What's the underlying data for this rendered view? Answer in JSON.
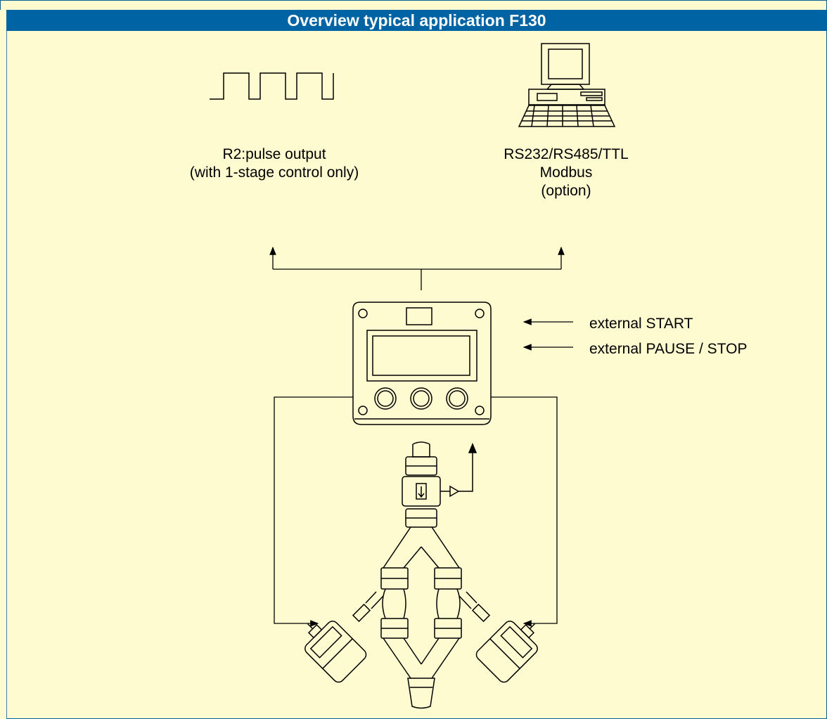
{
  "title": "Overview typical application F130",
  "outputs": {
    "pulse": {
      "line1": "R2:pulse output",
      "line2": "(with 1-stage control only)"
    },
    "communication": {
      "line1": "RS232/RS485/TTL",
      "line2": "Modbus",
      "line3": "(option)"
    }
  },
  "inputs": {
    "start": "external START",
    "pause_stop": "external PAUSE / STOP"
  },
  "icons": [
    "pulse-waveform-icon",
    "computer-icon",
    "flow-meter-icon",
    "valve-icon",
    "nozzle-icon"
  ],
  "colors": {
    "title_bar": "#0063a3",
    "background": "#fffbd0",
    "line": "#000000"
  }
}
